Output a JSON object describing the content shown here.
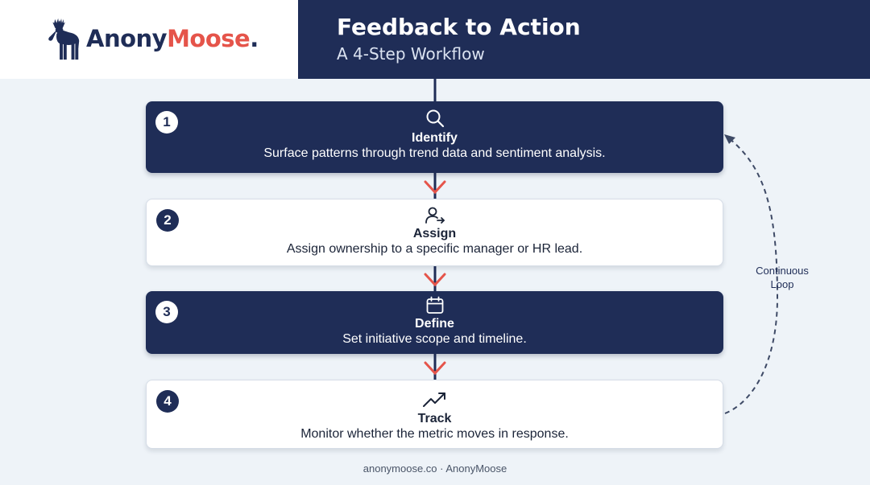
{
  "brand": {
    "name_part1": "Anony",
    "name_part2": "Moose",
    "name_dot": ".",
    "logo_icon": "moose-icon"
  },
  "header": {
    "title": "Feedback to Action",
    "subtitle": "A 4-Step Workflow"
  },
  "steps": [
    {
      "number": "1",
      "title": "Identify",
      "description": "Surface patterns through trend data and sentiment analysis.",
      "icon": "search-icon",
      "style": "dark"
    },
    {
      "number": "2",
      "title": "Assign",
      "description": "Assign ownership to a specific manager or HR lead.",
      "icon": "user-arrow-icon",
      "style": "light"
    },
    {
      "number": "3",
      "title": "Define",
      "description": "Set initiative scope and timeline.",
      "icon": "calendar-icon",
      "style": "dark"
    },
    {
      "number": "4",
      "title": "Track",
      "description": "Monitor whether the metric moves in response.",
      "icon": "trending-up-icon",
      "style": "light"
    }
  ],
  "loop": {
    "line1": "Continuous",
    "line2": "Loop"
  },
  "footer": "anonymoose.co · AnonyMoose",
  "colors": {
    "navy": "#1f2d57",
    "accent": "#e5544a",
    "background": "#eef3f8",
    "card_light": "#ffffff"
  }
}
